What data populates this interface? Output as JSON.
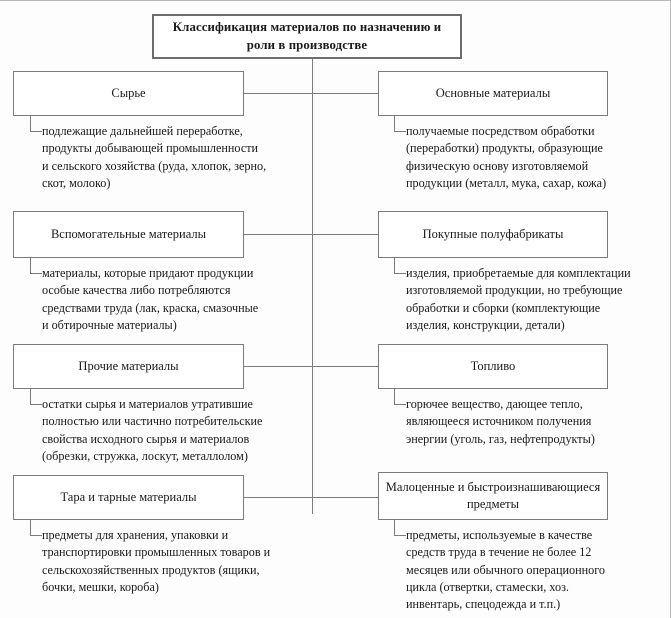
{
  "diagram": {
    "title": "Классификация материалов по назначению и роли в производстве",
    "nodes": [
      {
        "id": "syrye",
        "side": "left",
        "label": "Сырье",
        "description": "подлежащие дальнейшей переработке, продукты добывающей промышленности и сельского хозяйства (руда, хлопок, зерно, скот, молоко)"
      },
      {
        "id": "osnovnye-materialy",
        "side": "right",
        "label": "Основные материалы",
        "description": "получаемые посредством обработки (переработки) продукты, образующие физическую основу изготовляемой продукции (металл, мука, сахар, кожа)"
      },
      {
        "id": "vspomogatelnye-materialy",
        "side": "left",
        "label": "Вспомогательные материалы",
        "description": "материалы, которые придают продукции особые качества либо потребляются средствами труда (лак, краска, смазочные и обтирочные материалы)"
      },
      {
        "id": "pokupnye-polufabrikaty",
        "side": "right",
        "label": "Покупные полуфабрикаты",
        "description": "изделия, приобретаемые для комплектации изготовляемой продукции, но требующие обработки и сборки (комплектующие изделия, конструкции, детали)"
      },
      {
        "id": "prochie-materialy",
        "side": "left",
        "label": "Прочие материалы",
        "description": "остатки сырья и материалов утратившие полностью или частично потребительские свойства исходного сырья и материалов (обрезки, стружка, лоскут, металлолом)"
      },
      {
        "id": "toplivo",
        "side": "right",
        "label": "Топливо",
        "description": "горючее вещество, дающее тепло, являющееся источником получения энергии (уголь, газ, нефтепродукты)"
      },
      {
        "id": "tara-i-tarnye-materialy",
        "side": "left",
        "label": "Тара и тарные материалы",
        "description": "предметы для хранения, упаковки и транспортировки промышленных товаров и сельскохозяйственных продуктов (ящики, бочки, мешки, короба)"
      },
      {
        "id": "malotsennye-predmety",
        "side": "right",
        "label": "Малоценные и быстроизнашивающиеся предметы",
        "description": "предметы, используемые в качестве средств труда в течение не более 12 месяцев или обычного операционного цикла (отвертки, стамески, хоз. инвентарь, спецодежда и т.п.)"
      }
    ],
    "colors": {
      "box_border": "#7b7b7b",
      "title_border": "#6d6d6d",
      "connector": "#7b7b7b",
      "text": "#1a1a1a",
      "background": "#fdfdfd"
    }
  }
}
